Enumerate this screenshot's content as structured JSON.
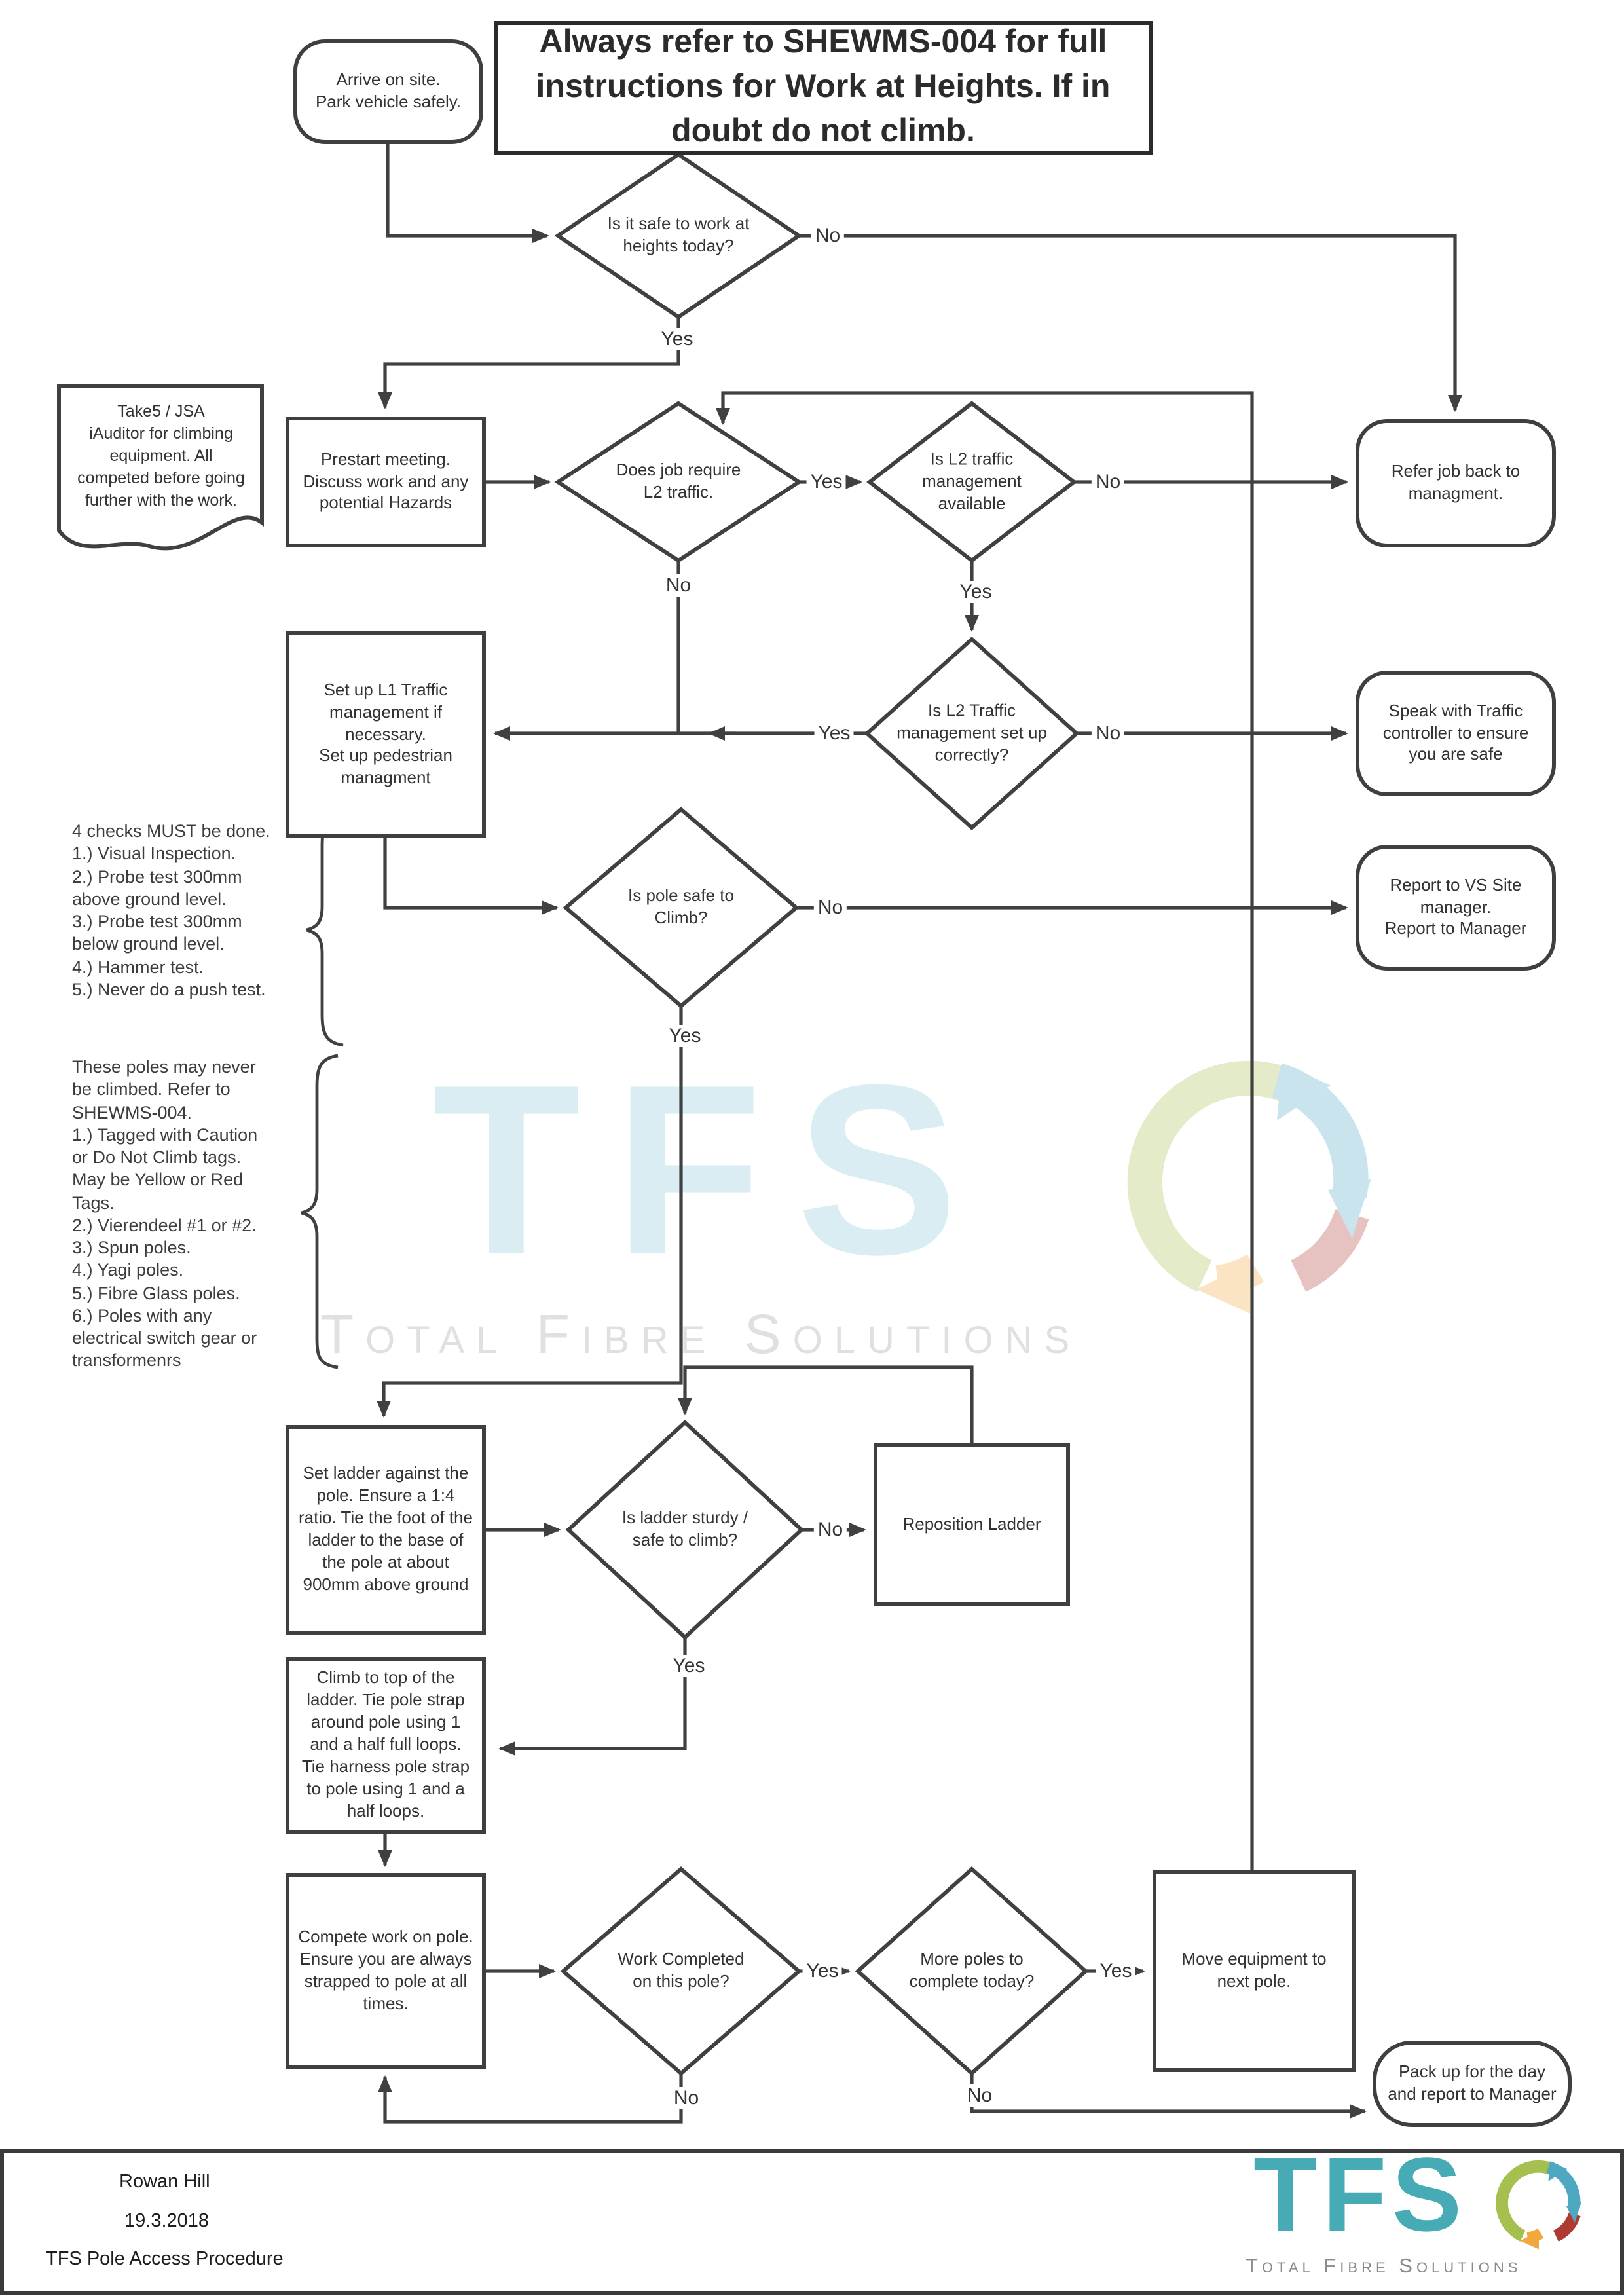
{
  "banner": "Always refer to SHEWMS-004 for full\ninstructions for Work at Heights. If in\ndoubt do not climb.",
  "labels": {
    "yes": "Yes",
    "no": "No"
  },
  "nodes": {
    "arrive": "Arrive on site.\nPark vehicle safely.",
    "safe_heights": "Is it safe to work at\nheights today?",
    "take5": "Take5 / JSA\niAuditor for climbing\nequipment. All\ncompeted before going\nfurther with the work.",
    "prestart": "Prestart meeting.\nDiscuss work and any\npotential Hazards",
    "require_l2": "Does job require\nL2 traffic.",
    "l2_available": "Is L2 traffic\nmanagement\navailable",
    "refer_back": "Refer job back to\nmanagment.",
    "l2_setup": "Is L2 Traffic\nmanagement set up\ncorrectly?",
    "setup_l1": "Set up L1 Traffic\nmanagement if\nnecessary.\nSet up pedestrian\nmanagment",
    "speak_traffic": "Speak with Traffic\ncontroller to ensure\nyou are safe",
    "checks_note": "4 checks MUST be done.\n1.) Visual Inspection.\n2.) Probe test 300mm\nabove ground level.\n3.) Probe test 300mm\nbelow ground level.\n4.) Hammer test.\n5.) Never do a push test.",
    "pole_safe": "Is pole safe to\nClimb?",
    "report_vs": "Report to VS Site\nmanager.\nReport to Manager",
    "never_climb_note": "These poles may never\nbe climbed. Refer to\nSHEWMS-004.\n1.) Tagged with Caution\nor Do Not Climb tags.\nMay be Yellow or Red\nTags.\n2.) Vierendeel #1 or #2.\n3.) Spun poles.\n4.) Yagi poles.\n5.) Fibre Glass poles.\n6.) Poles with any\nelectrical switch gear or\ntransformenrs",
    "set_ladder": "Set ladder against the\npole. Ensure a 1:4\nratio. Tie the foot of the\nladder to the base of\nthe pole at about\n900mm above ground",
    "ladder_sturdy": "Is ladder sturdy /\nsafe to climb?",
    "reposition": "Reposition Ladder",
    "climb_top": "Climb to top of the\nladder. Tie pole strap\naround pole using 1\nand a half full loops.\nTie harness pole strap\nto pole using 1 and a\nhalf loops.",
    "compete_work": "Compete work on pole.\nEnsure you are always\nstrapped to pole at all\ntimes.",
    "work_completed": "Work Completed\non this pole?",
    "more_poles": "More poles to\ncomplete today?",
    "move_equipment": "Move equipment to\nnext pole.",
    "pack_up": "Pack up for the day\nand report to Manager"
  },
  "watermark": {
    "letters": "TFS",
    "caption": "Total Fibre Solutions"
  },
  "footer": {
    "author": "Rowan Hill",
    "date": "19.3.2018",
    "doc_title": "TFS Pole Access Procedure",
    "logo_letters": "TFS",
    "logo_caption": "Total Fibre Solutions"
  },
  "colors": {
    "line": "#404040",
    "ink": "#333333",
    "teal": "#47abb6",
    "wm_blue": "#d9edf3",
    "wm_gray": "#e0e0e0",
    "logo_green": "#a6c04f",
    "logo_blue": "#4fa8c2",
    "logo_red": "#ad3b31",
    "logo_orange": "#f1a83c",
    "logo_gray": "#8b8b8b"
  }
}
